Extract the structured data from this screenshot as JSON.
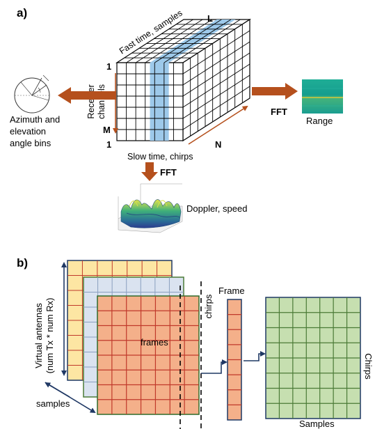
{
  "panel_a": {
    "label": "a)",
    "cube": {
      "fast_time": "Fast time, samples",
      "L": "L",
      "receiver_line1": "Receiver",
      "receiver_line2": "channels",
      "one_top": "1",
      "M": "M",
      "one_bottom": "1",
      "N": "N",
      "slow_time": "Slow time, chirps"
    },
    "fft_right": "FFT",
    "fft_down": "FFT",
    "range": "Range",
    "doppler": "Doppler, speed",
    "azimuth_lines": [
      "Azimuth and",
      "elevation",
      "angle bins"
    ]
  },
  "panel_b": {
    "label": "b)",
    "virtual_line1": "Virtual antennas",
    "virtual_line2": "(num Tx * num Rx)",
    "frames": "frames",
    "chirps_vertical": "chirps",
    "samples_left": "samples",
    "frame": "Frame",
    "chirps_right": "Chirps",
    "samples_bottom": "Samples"
  },
  "colors": {
    "orange_arrow": "#b5501d",
    "highlight_blue": "#9dc9ea",
    "navy": "#1f3864",
    "yellow_fill": "#fde6a3",
    "blue_fill": "#dae3f0",
    "red_fill": "#f4b08a",
    "red_grid": "#c0392b",
    "green_fill": "#c6dfb0",
    "green_grid": "#4a7a36"
  }
}
